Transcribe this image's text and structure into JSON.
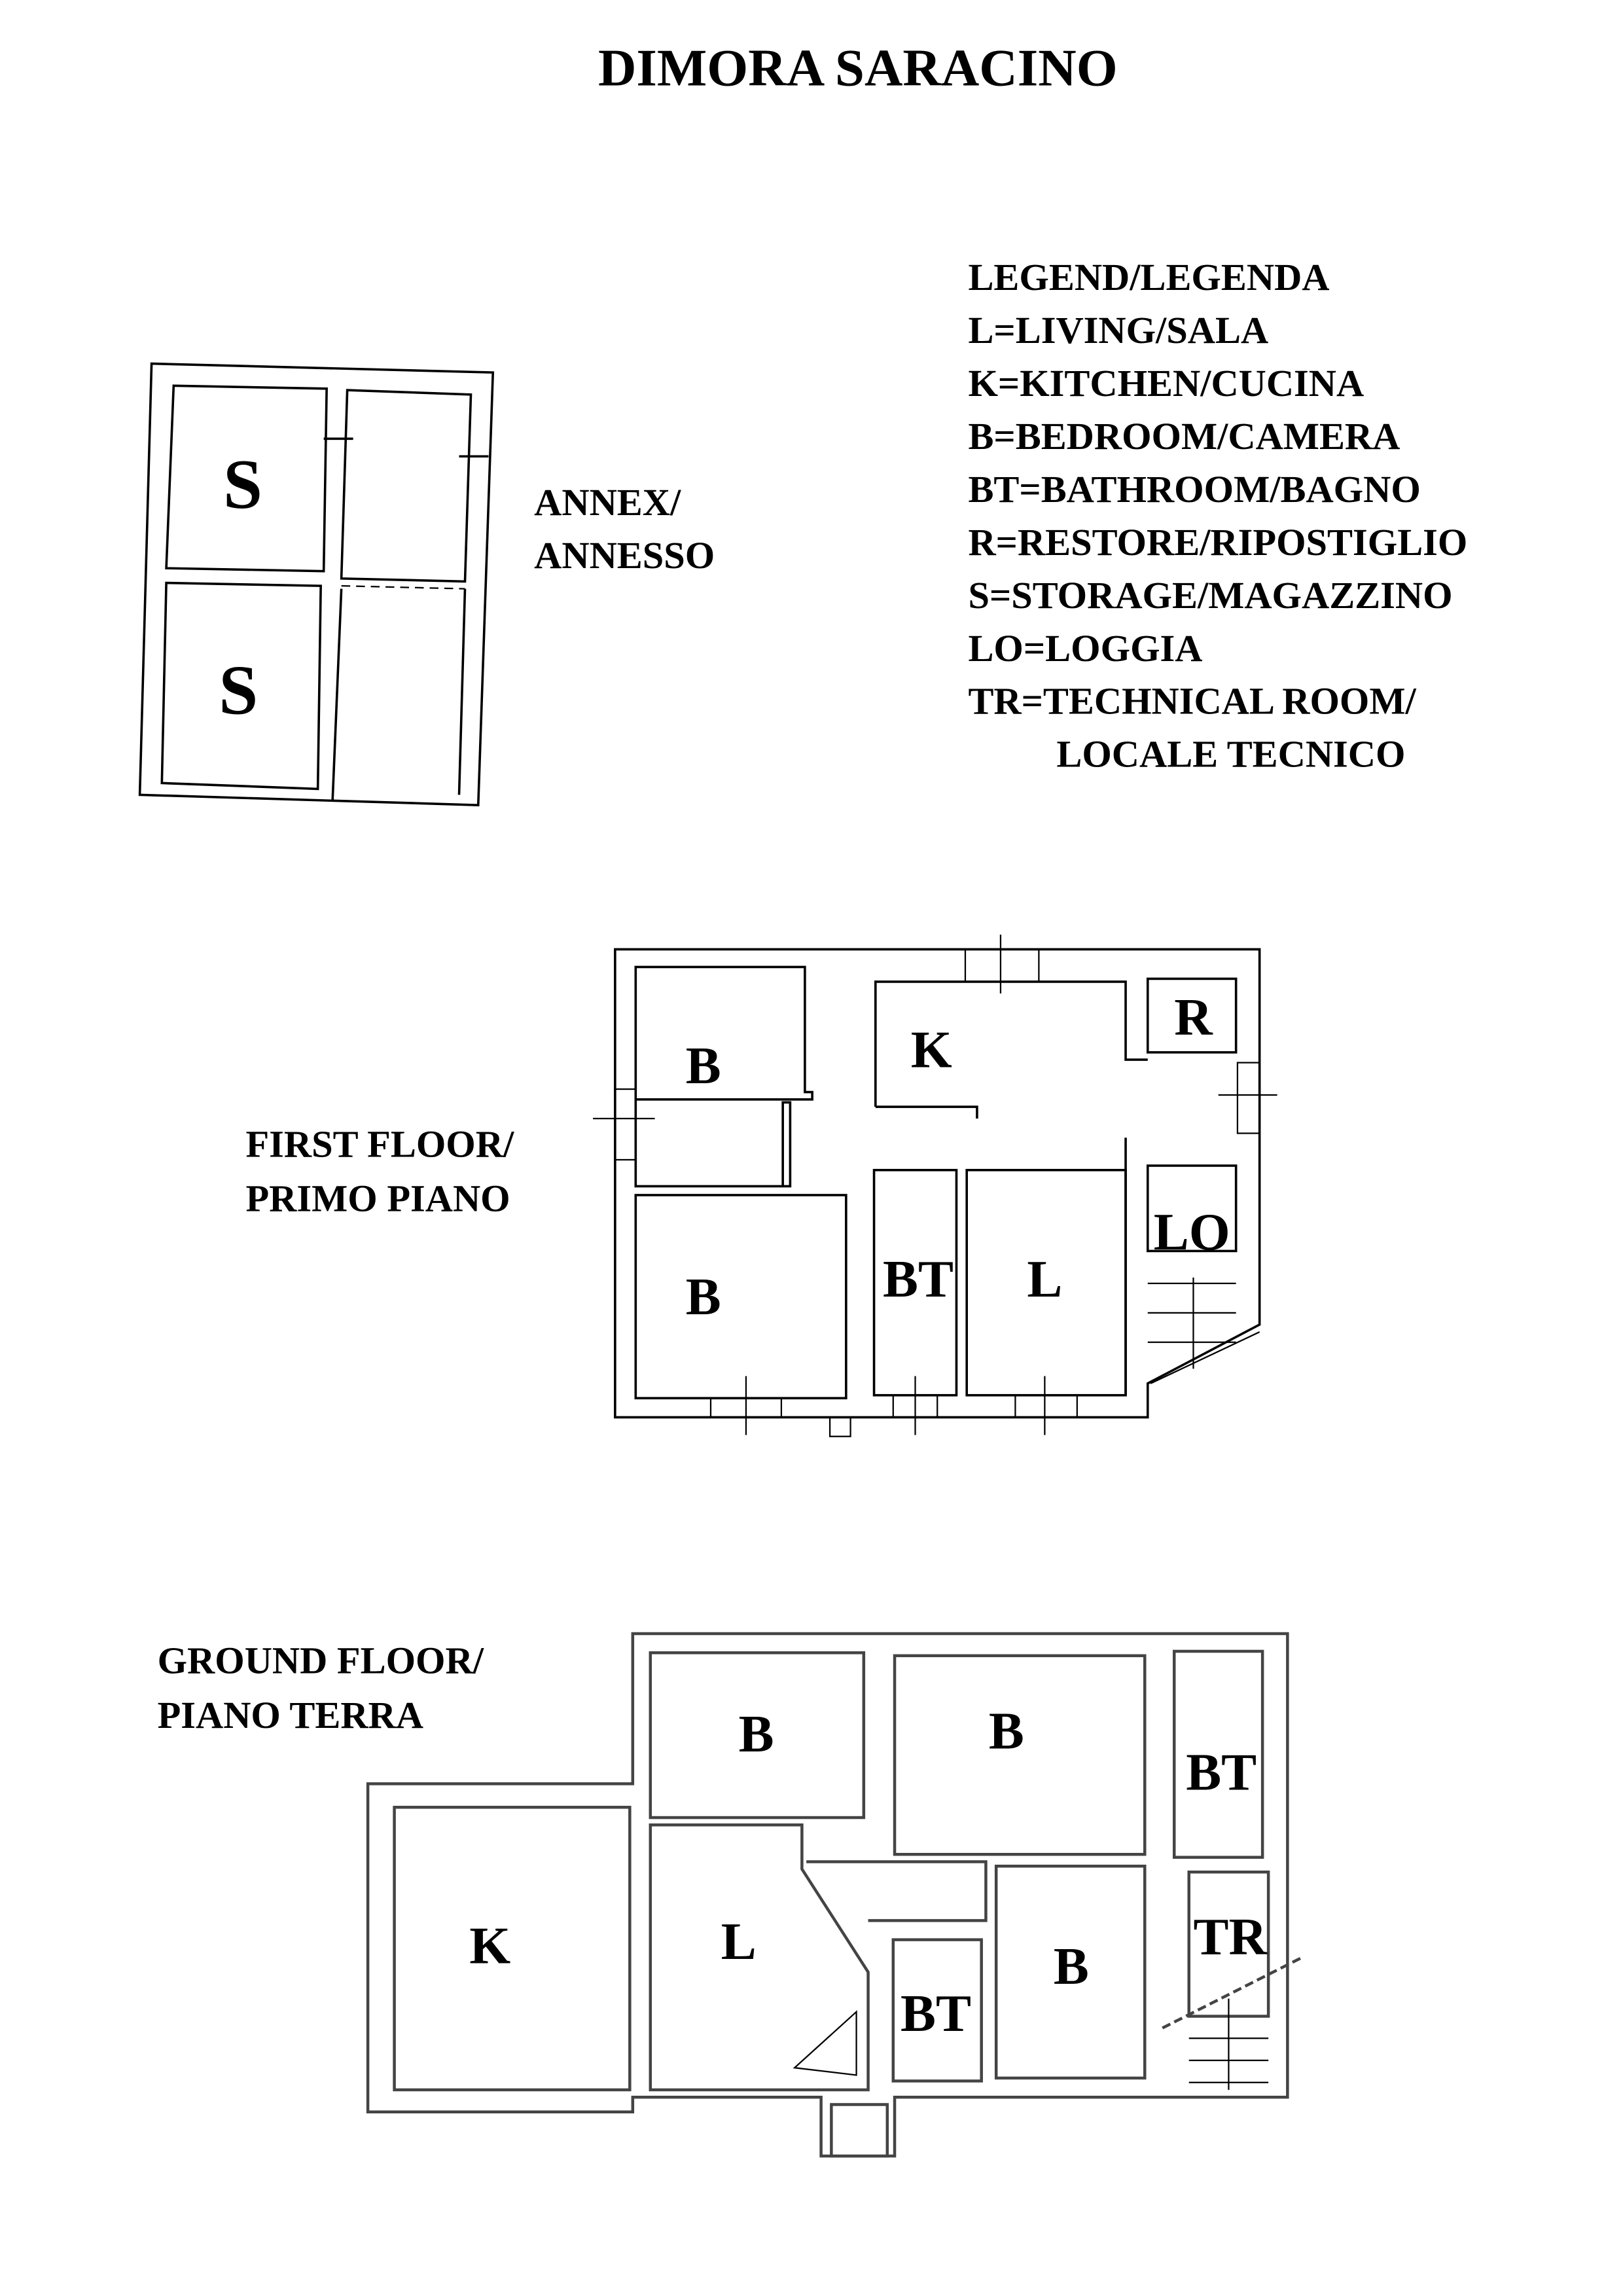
{
  "title": "DIMORA SARACINO",
  "legend": {
    "heading": "LEGEND/LEGENDA",
    "items": [
      "L=LIVING/SALA",
      "K=KITCHEN/CUCINA",
      "B=BEDROOM/CAMERA",
      "BT=BATHROOM/BAGNO",
      "R=RESTORE/RIPOSTIGLIO",
      "S=STORAGE/MAGAZZINO",
      "LO=LOGGIA",
      "TR=TECHNICAL ROOM/",
      "LOCALE TECNICO"
    ]
  },
  "annex": {
    "label": [
      "ANNEX/",
      "ANNESSO"
    ],
    "rooms": [
      "S",
      "S"
    ]
  },
  "first_floor": {
    "label": [
      "FIRST FLOOR/",
      "PRIMO PIANO"
    ],
    "rooms": [
      "B",
      "K",
      "R",
      "B",
      "BT",
      "L",
      "LO"
    ]
  },
  "ground_floor": {
    "label": [
      "GROUND FLOOR/",
      "PIANO TERRA"
    ],
    "rooms": [
      "B",
      "B",
      "BT",
      "K",
      "L",
      "BT",
      "B",
      "TR"
    ]
  }
}
